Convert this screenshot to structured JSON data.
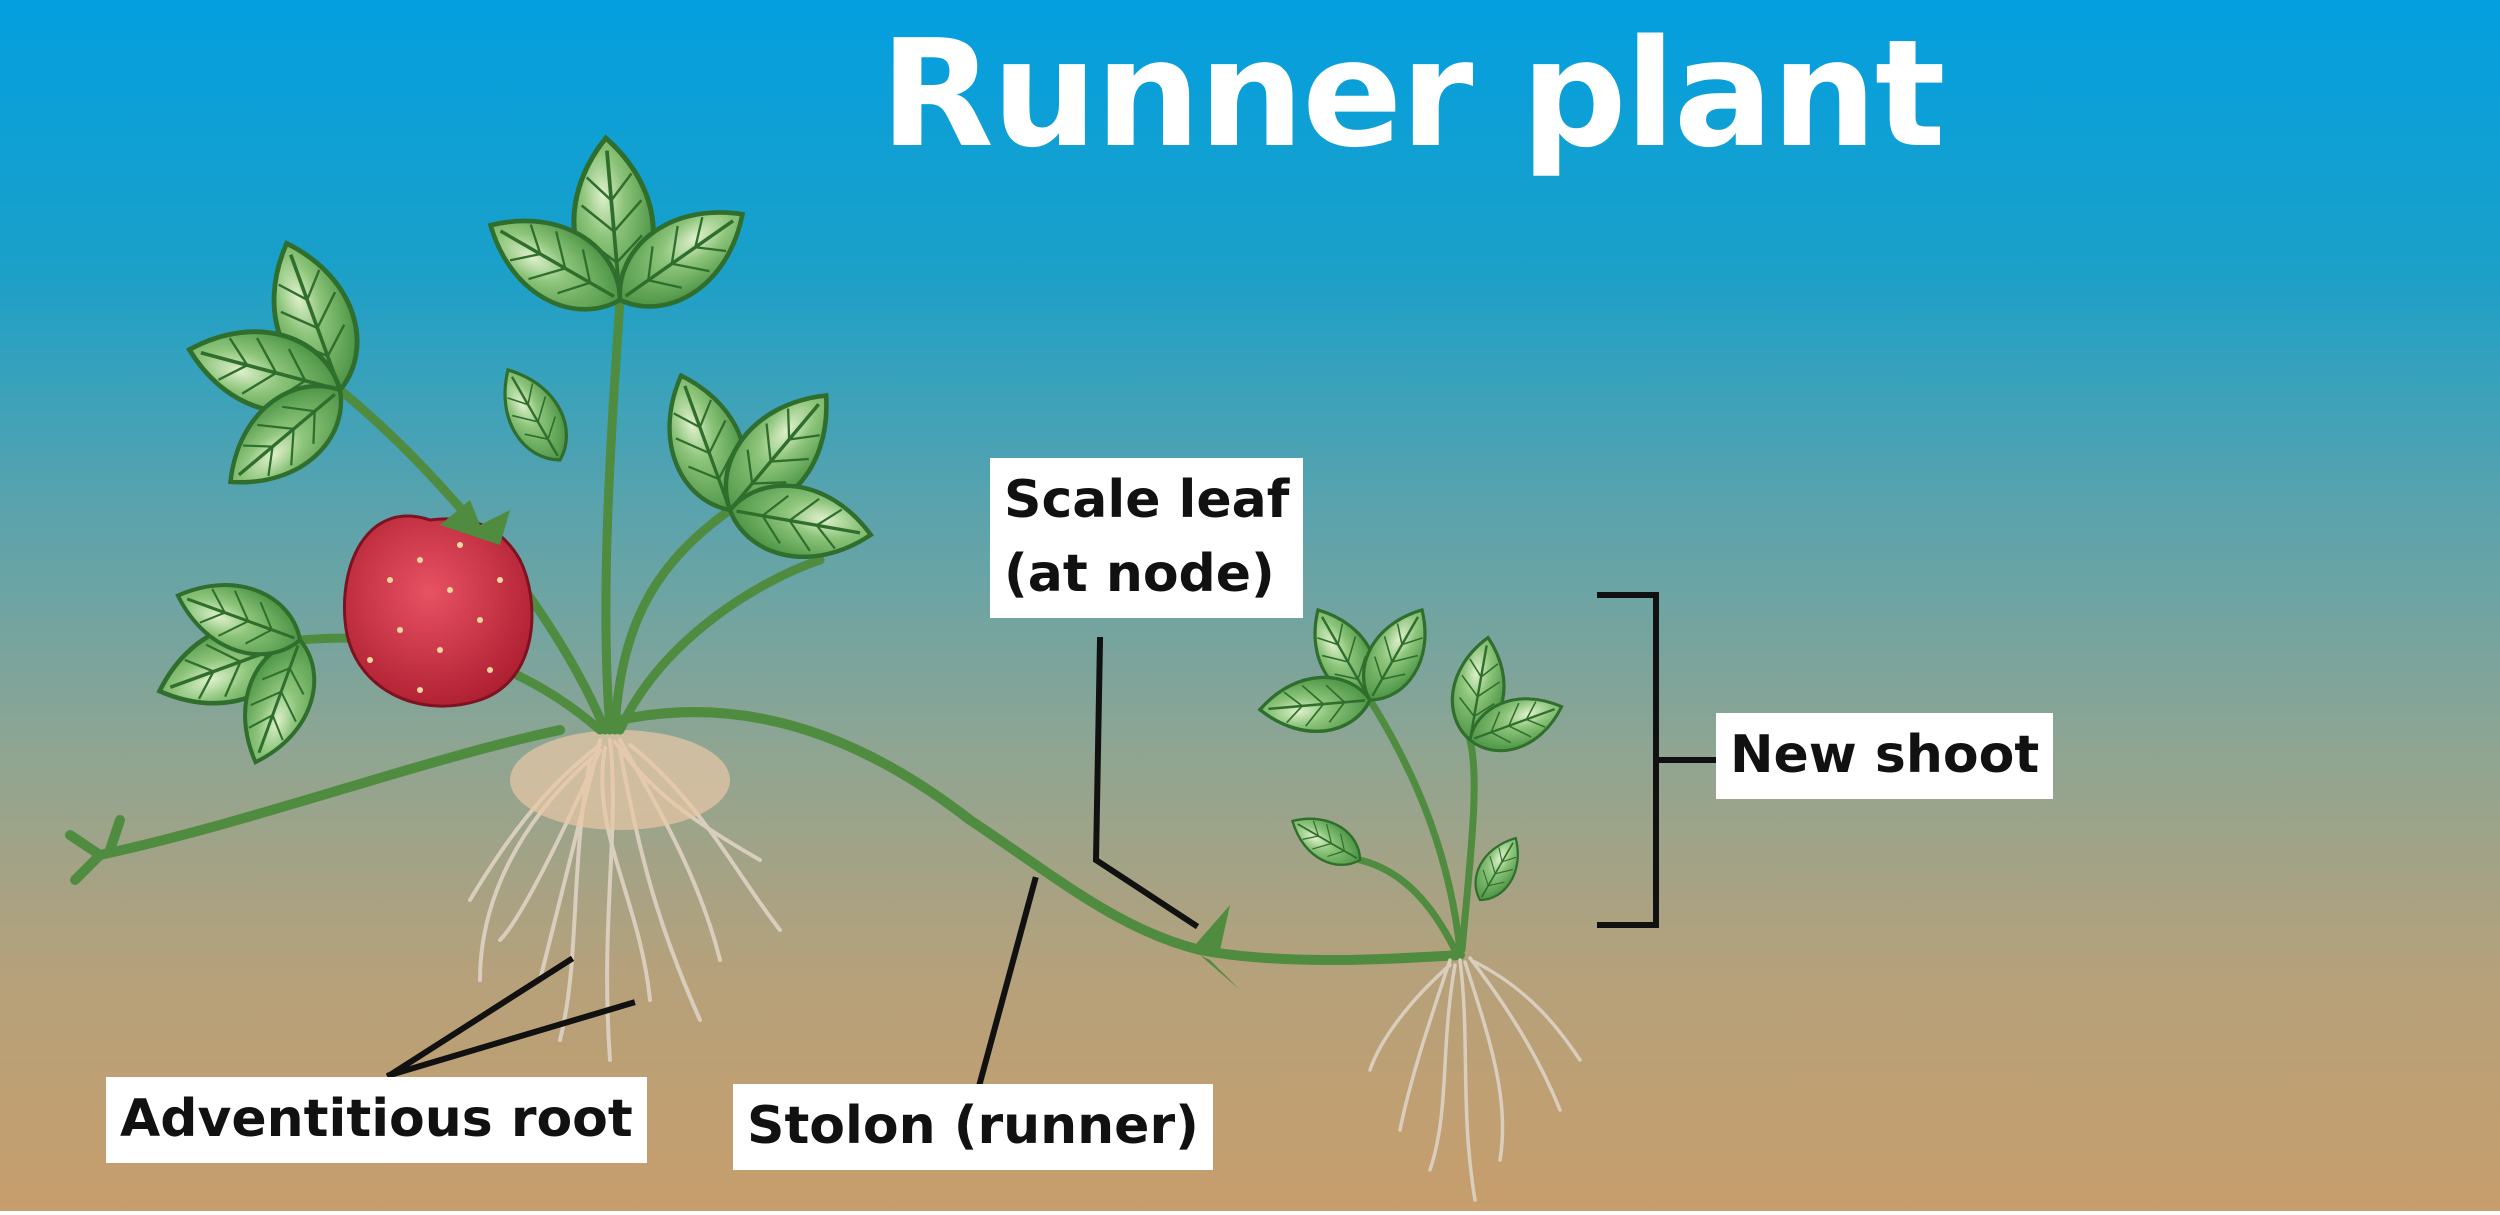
{
  "title": "Runner plant",
  "labels": {
    "scale_leaf": {
      "line1": "Scale leaf",
      "line2": "(at node)"
    },
    "new_shoot": "New shoot",
    "adventitious_root": "Adventitious root",
    "stolon": "Stolon (runner)"
  },
  "colors": {
    "sky_top": "#039fe0",
    "ground_bottom": "#c79e6c",
    "leaf": "#5fa84f",
    "leaf_dark": "#2f6e2c",
    "stem": "#4f8c3f",
    "fruit": "#c8283a",
    "root": "#d9cdbd"
  }
}
